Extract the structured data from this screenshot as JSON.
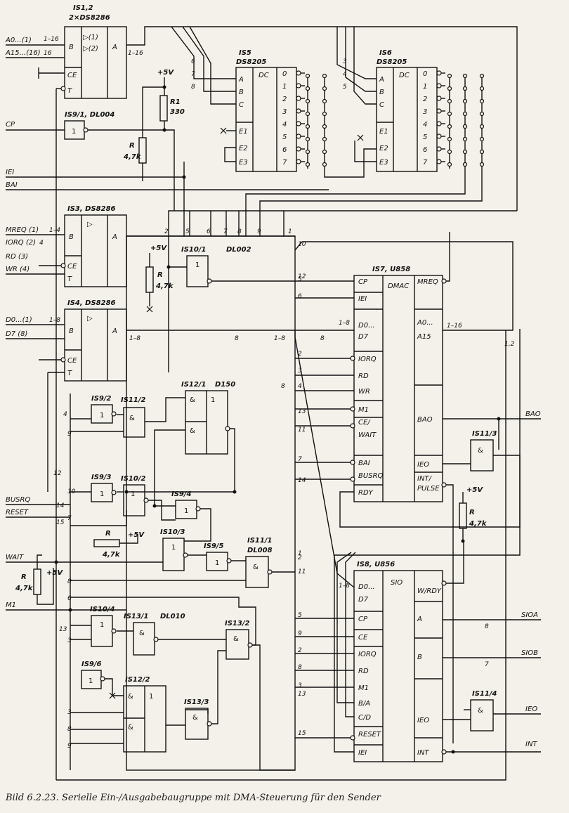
{
  "caption": "Bild 6.2.23. Serielle Ein-/Ausgabebaugruppe mit DMA-Steuerung für den Sender",
  "chips": {
    "is1": {
      "name": "IS1,2",
      "type": "2×DS8286",
      "pin_b": "B",
      "pin_a": "A",
      "pin_ce": "CE",
      "pin_t": "T",
      "drv1": "▷(1)",
      "drv2": "▷(2)"
    },
    "is3": {
      "name": "IS3, DS8286",
      "pin_b": "B",
      "pin_a": "A",
      "pin_ce": "CE",
      "pin_t": "T",
      "drv": "▷"
    },
    "is4": {
      "name": "IS4, DS8286",
      "pin_b": "B",
      "pin_a": "A",
      "pin_ce": "CE",
      "pin_t": "T",
      "drv": "▷"
    },
    "is5": {
      "name": "IS5",
      "type": "DS8205",
      "block": "DC",
      "inputs": [
        "A",
        "B",
        "C",
        "E1",
        "E2",
        "E3"
      ],
      "outputs": [
        "0",
        "1",
        "2",
        "3",
        "4",
        "5",
        "6",
        "7"
      ]
    },
    "is6": {
      "name": "IS6",
      "type": "DS8205",
      "block": "DC",
      "inputs": [
        "A",
        "B",
        "C",
        "E1",
        "E2",
        "E3"
      ],
      "outputs": [
        "0",
        "1",
        "2",
        "3",
        "4",
        "5",
        "6",
        "7"
      ]
    },
    "is7": {
      "name": "IS7, U858",
      "block": "DMAC",
      "left_pins": [
        "CP",
        "IEI",
        "D0...",
        "D7",
        "IORQ",
        "RD",
        "WR",
        "M1",
        "CE/",
        "WAIT",
        "BAI",
        "BUSRQ",
        "RDY"
      ],
      "right_pins": [
        "MREQ",
        "A0...",
        "A15",
        "BAO",
        "IEO",
        "INT/",
        "PULSE"
      ]
    },
    "is8": {
      "name": "IS8, U856",
      "block": "SIO",
      "left_pins": [
        "D0...",
        "D7",
        "CP",
        "CE",
        "IORQ",
        "RD",
        "M1",
        "B/A",
        "C/D",
        "RESET",
        "IEI"
      ],
      "right_pins": [
        "W/RDY",
        "A",
        "B",
        "IEO",
        "INT"
      ]
    },
    "is9_1": {
      "name": "IS9/1, DL004",
      "fn": "1"
    },
    "is9_2": {
      "name": "IS9/2",
      "fn": "1"
    },
    "is9_3": {
      "name": "IS9/3",
      "fn": "1"
    },
    "is9_4": {
      "name": "IS9/4",
      "fn": "1"
    },
    "is9_5": {
      "name": "IS9/5",
      "fn": "1"
    },
    "is9_6": {
      "name": "IS9/6",
      "fn": "1"
    },
    "is10_1": {
      "name": "IS10/1",
      "type": "DL002",
      "fn": "1"
    },
    "is10_2": {
      "name": "IS10/2",
      "fn": "1"
    },
    "is10_3": {
      "name": "IS10/3",
      "fn": "1"
    },
    "is10_4": {
      "name": "IS10/4",
      "fn": "1"
    },
    "is11_1": {
      "name": "IS11/1",
      "type": "DL008",
      "fn": "&"
    },
    "is11_2": {
      "name": "IS11/2",
      "fn": "&"
    },
    "is11_3": {
      "name": "IS11/3",
      "fn": "&"
    },
    "is11_4": {
      "name": "IS11/4",
      "fn": "&"
    },
    "is12_1": {
      "name": "IS12/1",
      "type": "D150",
      "fn1": "&",
      "fn2": "1"
    },
    "is12_2": {
      "name": "IS12/2",
      "fn1": "&",
      "fn2": "1"
    },
    "is13_1": {
      "name": "IS13/1",
      "type": "DL010",
      "fn": "&"
    },
    "is13_2": {
      "name": "IS13/2",
      "fn": "&"
    },
    "is13_3": {
      "name": "IS13/3",
      "fn": "&"
    }
  },
  "resistors": {
    "r1": {
      "name": "R1",
      "value": "330"
    },
    "r_top": {
      "name": "R",
      "value": "4,7k"
    },
    "r_is10": {
      "name": "R",
      "value": "4,7k"
    },
    "r_wait": {
      "name": "R",
      "value": "4,7k"
    },
    "r_left": {
      "name": "R",
      "value": "4,7k"
    },
    "r_right": {
      "name": "R",
      "value": "4,7k"
    }
  },
  "supply": "+5V",
  "signals_left": {
    "a0": "A0...(1)",
    "a15": "A15...(16)",
    "cp": "CP",
    "iei": "IEI",
    "bai": "BAI",
    "mreq": "MREQ (1)",
    "iorq": "IORQ (2)",
    "rd": "RD  (3)",
    "wr": "WR  (4)",
    "d0": "D0...(1)",
    "d7": "D7   (8)",
    "busrq": "BUSRQ",
    "reset": "RESET",
    "wait": "WAIT",
    "m1": "M1"
  },
  "signals_right": {
    "bao": "BAO",
    "sioa": "SIOA",
    "siob": "SIOB",
    "ieo": "IEO",
    "int": "INT"
  },
  "bus_labels": {
    "b1_16": "1–16",
    "b16": "16",
    "b1_16b": "1–16",
    "b1_4": "1–4",
    "b4": "4",
    "b1_8": "1–8",
    "b1_8b": "1–8",
    "b8a": "8",
    "b1_8c": "1–8",
    "b8b": "8",
    "b1_8d": "1–8",
    "b8c": "8",
    "b1_8e": "1–8",
    "b1_16c": "1–16",
    "b1_2": "1,2",
    "b8_sioa": "8",
    "b7_siob": "7"
  },
  "bus_pins": {
    "top": [
      "2",
      "5",
      "6",
      "7",
      "8",
      "9",
      "1"
    ],
    "right": [
      "10",
      "12",
      "5",
      "6",
      "2",
      "3",
      "4",
      "13",
      "11",
      "7",
      "14",
      "2",
      "1",
      "5",
      "9",
      "2",
      "8",
      "3",
      "13",
      "15",
      "11"
    ],
    "left": [
      "4",
      "9",
      "12",
      "10",
      "14",
      "15",
      "7",
      "8",
      "6",
      "13",
      "3",
      "3",
      "8",
      "9"
    ],
    "is5_in": [
      "6",
      "7",
      "8"
    ],
    "is6_in": [
      "3",
      "4",
      "5"
    ]
  }
}
